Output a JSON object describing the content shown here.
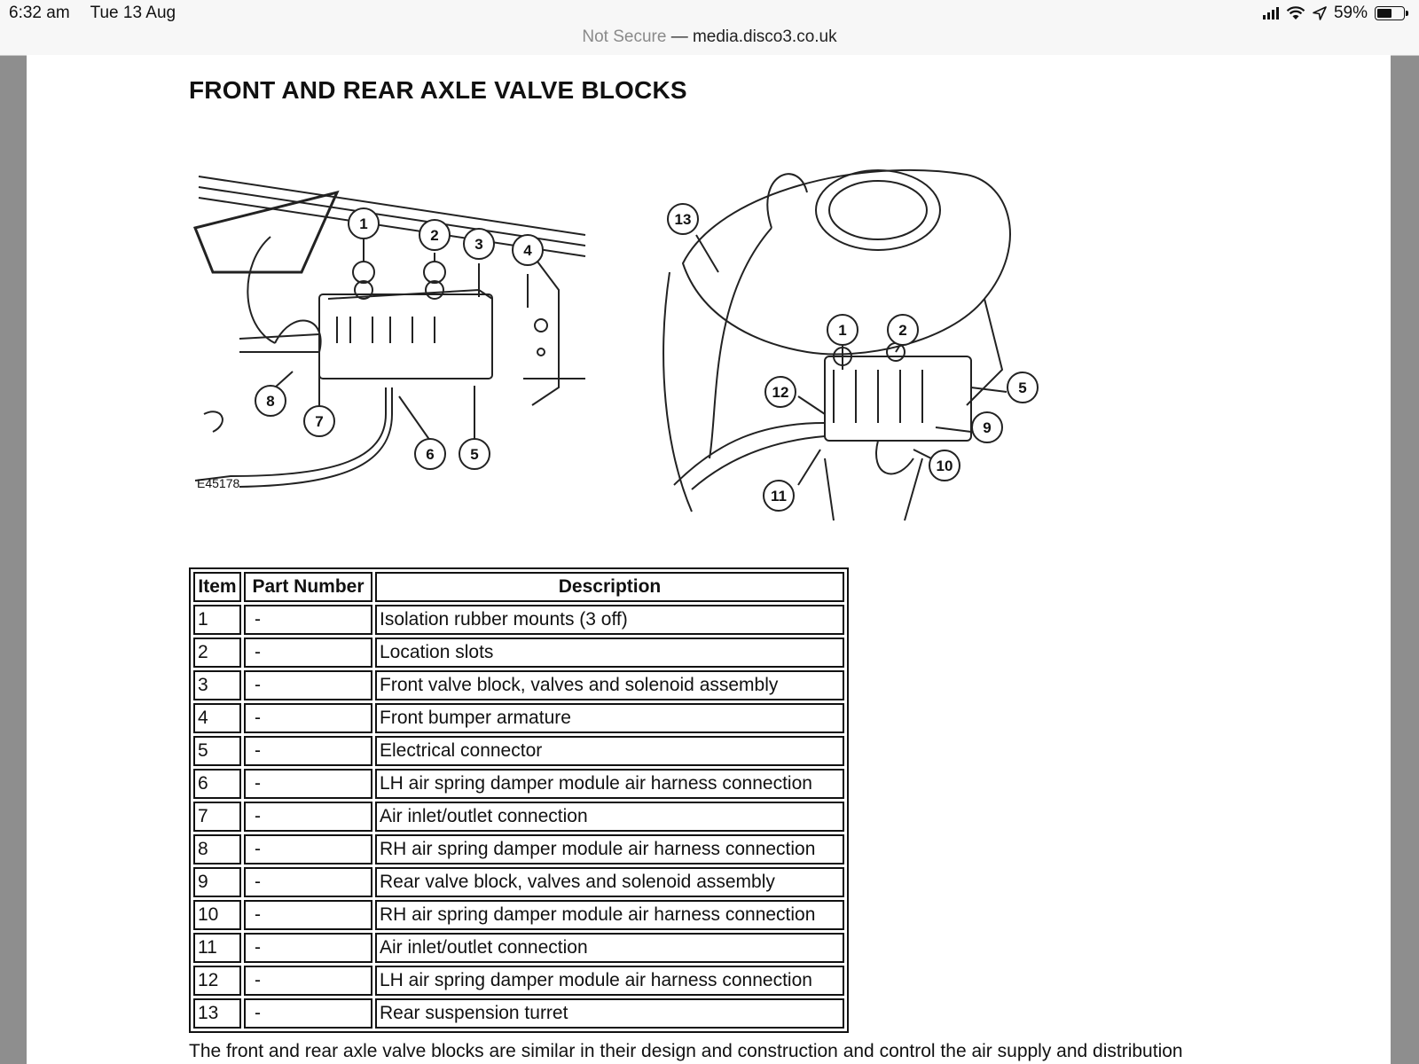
{
  "status_bar": {
    "time": "6:32 am",
    "date": "Tue 13 Aug",
    "battery": "59%",
    "battery_level": 0.59,
    "icons": [
      "cellular-signal-icon",
      "wifi-icon",
      "location-arrow-icon",
      "battery-icon"
    ]
  },
  "address_bar": {
    "security": "Not Secure",
    "separator": "—",
    "domain": "media.disco3.co.uk"
  },
  "document": {
    "title": "FRONT AND REAR AXLE VALVE BLOCKS",
    "figure_ref": "E45178",
    "figure_left_callouts": [
      "1",
      "2",
      "3",
      "4",
      "5",
      "6",
      "7",
      "8"
    ],
    "figure_right_callouts": [
      "13",
      "1",
      "2",
      "12",
      "5",
      "9",
      "10",
      "11"
    ],
    "table": {
      "headers": [
        "Item",
        "Part Number",
        "Description"
      ],
      "rows": [
        {
          "item": "1",
          "part": "-",
          "desc": "Isolation rubber mounts (3 off)"
        },
        {
          "item": "2",
          "part": "-",
          "desc": "Location slots"
        },
        {
          "item": "3",
          "part": "-",
          "desc": "Front valve block, valves and solenoid assembly"
        },
        {
          "item": "4",
          "part": "-",
          "desc": "Front bumper armature"
        },
        {
          "item": "5",
          "part": "-",
          "desc": "Electrical connector"
        },
        {
          "item": "6",
          "part": "-",
          "desc": "LH air spring damper module air harness connection"
        },
        {
          "item": "7",
          "part": "-",
          "desc": "Air inlet/outlet connection"
        },
        {
          "item": "8",
          "part": "-",
          "desc": "RH air spring damper module air harness connection"
        },
        {
          "item": "9",
          "part": "-",
          "desc": "Rear valve block, valves and solenoid assembly"
        },
        {
          "item": "10",
          "part": "-",
          "desc": "RH air spring damper module air harness connection"
        },
        {
          "item": "11",
          "part": "-",
          "desc": "Air inlet/outlet connection"
        },
        {
          "item": "12",
          "part": "-",
          "desc": "LH air spring damper module air harness connection"
        },
        {
          "item": "13",
          "part": "-",
          "desc": "Rear suspension turret"
        }
      ]
    },
    "trailing_text": "The front and rear axle valve blocks are similar in their design and construction and control the air supply and distribution"
  }
}
